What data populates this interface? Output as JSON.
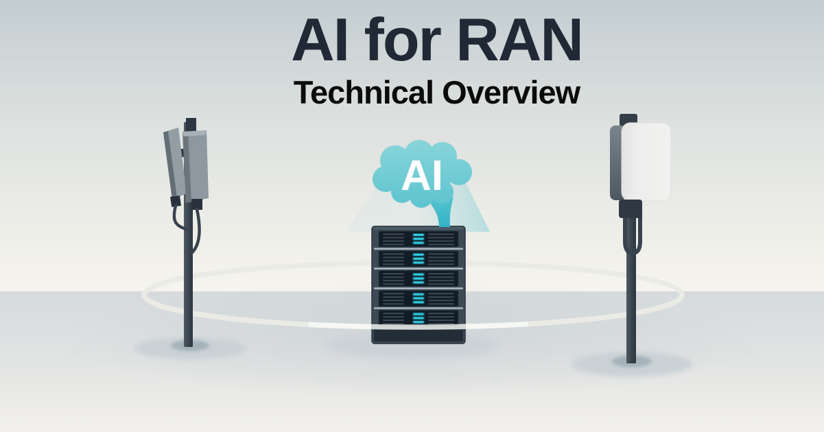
{
  "page": {
    "title": "AI for RAN",
    "subtitle": "Technical Overview"
  },
  "scene": {
    "brain": {
      "label": "AI",
      "color": "#7ccfd7",
      "stem_color": "#2fb2c6",
      "text_color": "#fdfefe"
    },
    "server_rack": {
      "units": 5,
      "led_bars_per_unit": 3,
      "frame_color": "#3d4a56",
      "panel_color": "#121c26",
      "vent_color": "#3d4953",
      "led_color": "#2fc9e0",
      "divider_color": "#aeb8c0",
      "plinth_color": "#232d37"
    },
    "left_mast": {
      "kind": "dual-panel-sector-antenna",
      "panel_color": "#8e98a0",
      "pole_color": "#3a454f"
    },
    "right_mast": {
      "kind": "boxed-small-cell-antenna",
      "panel_color": "#ededec",
      "pole_color": "#3a454f"
    },
    "ground_ring_color": "#ebebe6",
    "background": {
      "sky_top": "#c3cdd1",
      "sky_bottom": "#f6f4ee",
      "ground_top": "#d5dadd",
      "ground_bottom": "#f2f0ec"
    }
  }
}
